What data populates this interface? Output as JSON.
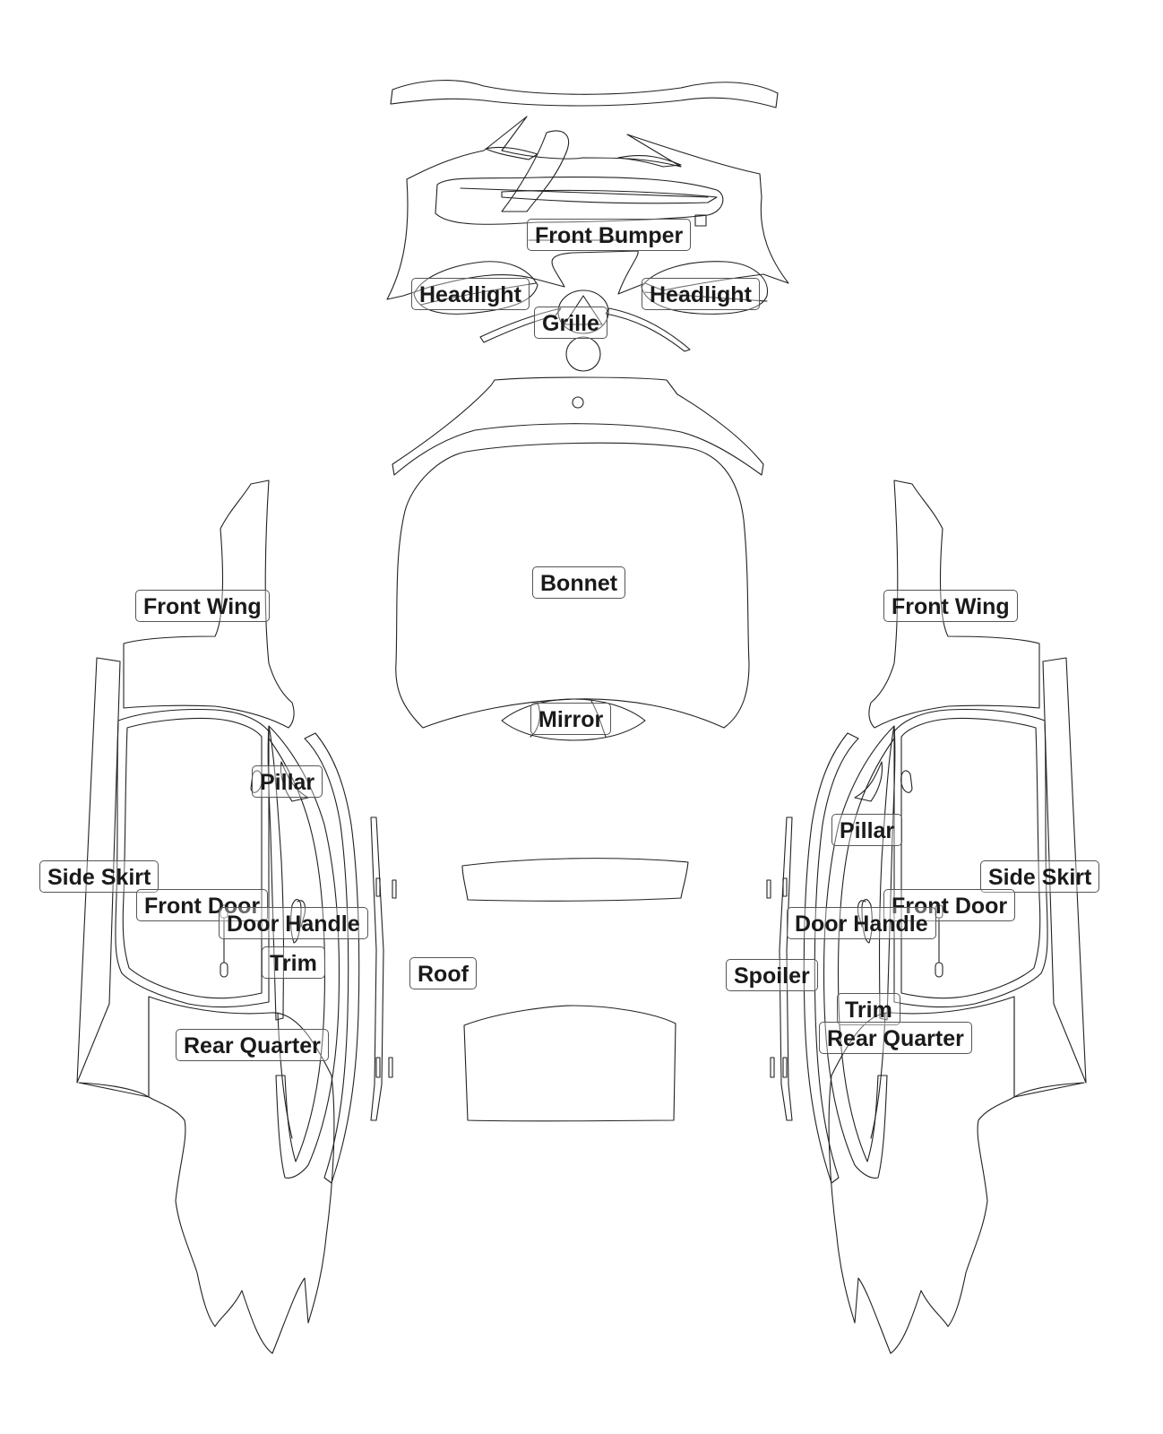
{
  "labels": {
    "front_bumper": "Front Bumper",
    "headlight_left": "Headlight",
    "headlight_right": "Headlight",
    "grille": "Grille",
    "bonnet": "Bonnet",
    "mirror": "Mirror",
    "roof": "Roof",
    "spoiler": "Spoiler",
    "left": {
      "front_wing": "Front Wing",
      "pillar": "Pillar",
      "side_skirt": "Side Skirt",
      "front_door": "Front Door",
      "door_handle": "Door Handle",
      "trim": "Trim",
      "rear_quarter": "Rear Quarter"
    },
    "right": {
      "front_wing": "Front Wing",
      "pillar": "Pillar",
      "side_skirt": "Side Skirt",
      "front_door": "Front Door",
      "door_handle": "Door Handle",
      "trim": "Trim",
      "rear_quarter": "Rear Quarter"
    }
  },
  "colors": {
    "outline": "#222222",
    "label_border": "#555555",
    "label_text": "#1a1a1a",
    "background": "#ffffff"
  }
}
